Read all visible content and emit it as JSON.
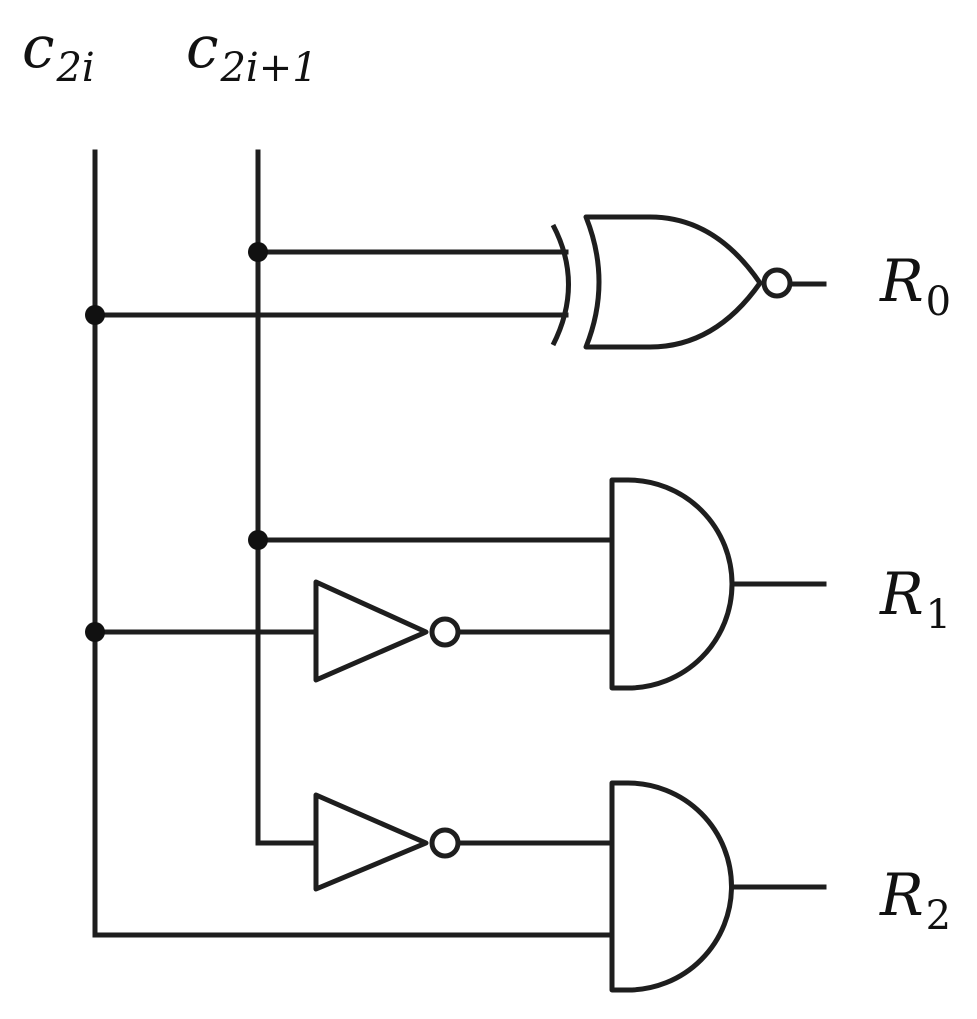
{
  "inputs": {
    "c2i": {
      "base": "c",
      "sub": "2i"
    },
    "c2i1": {
      "base": "c",
      "sub": "2i+1"
    }
  },
  "outputs": {
    "r0": {
      "base": "R",
      "sub": "0"
    },
    "r1": {
      "base": "R",
      "sub": "1"
    },
    "r2": {
      "base": "R",
      "sub": "2"
    }
  },
  "gates": [
    {
      "id": "xnor-gate",
      "type": "XNOR",
      "inputs": [
        "c2i+1",
        "c2i"
      ],
      "output": "R0"
    },
    {
      "id": "not-gate-1",
      "type": "NOT",
      "inputs": [
        "c2i"
      ],
      "output": "not c2i"
    },
    {
      "id": "and-gate-1",
      "type": "AND",
      "inputs": [
        "c2i+1",
        "not c2i"
      ],
      "output": "R1"
    },
    {
      "id": "not-gate-2",
      "type": "NOT",
      "inputs": [
        "c2i+1"
      ],
      "output": "not c2i+1"
    },
    {
      "id": "and-gate-2",
      "type": "AND",
      "inputs": [
        "not c2i+1",
        "c2i"
      ],
      "output": "R2"
    }
  ],
  "colors": {
    "line": "#1e1e1e",
    "background": "#ffffff"
  }
}
